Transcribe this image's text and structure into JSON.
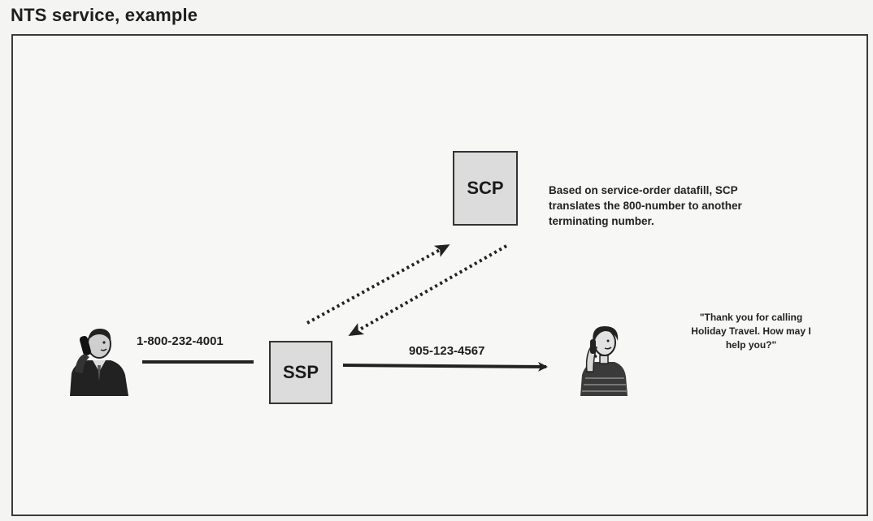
{
  "title": "NTS service, example",
  "nodes": {
    "scp": "SCP",
    "ssp": "SSP"
  },
  "labels": {
    "dialed_number": "1-800-232-4001",
    "translated_number": "905-123-4567"
  },
  "note": "Based on service-order datafill, SCP translates the 800-number to another terminating number.",
  "quote": "\"Thank you for calling Holiday Travel.  How may I help you?\""
}
